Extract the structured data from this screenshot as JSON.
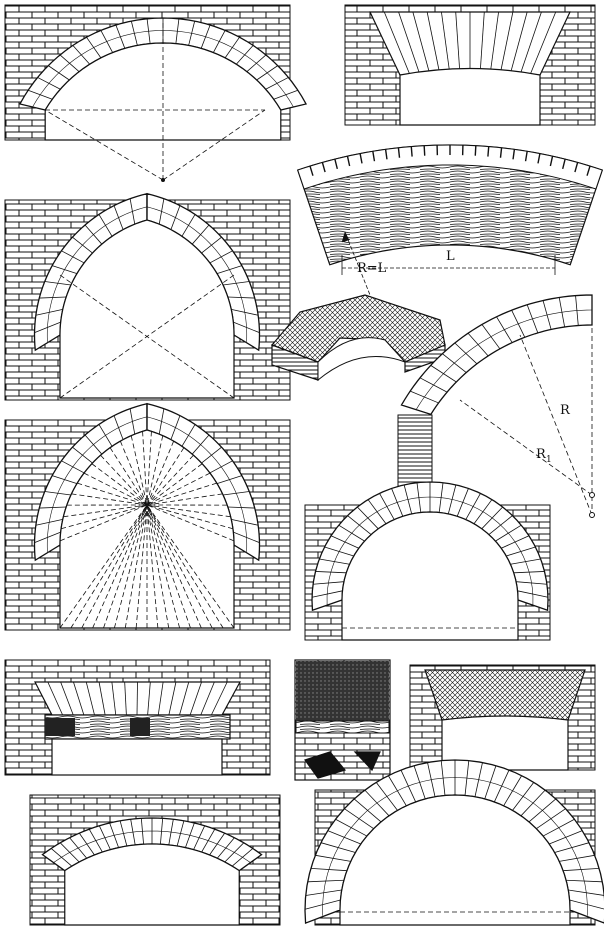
{
  "labels": {
    "span": "L",
    "radius_equals_span": "R=L",
    "radius": "R",
    "radius_1": "R",
    "radius_1_sub": "1"
  },
  "colors": {
    "ink": "#111111",
    "paper": "#ffffff"
  }
}
